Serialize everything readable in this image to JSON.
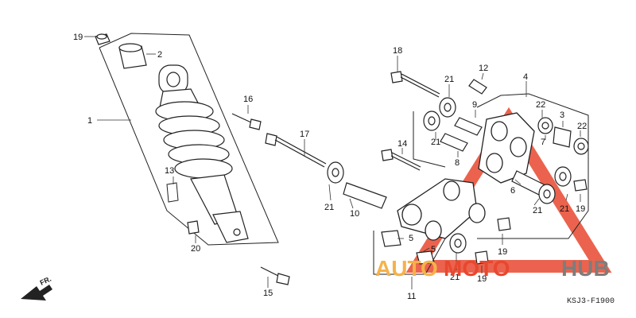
{
  "diagram": {
    "callouts": [
      "19",
      "2",
      "1",
      "13",
      "20",
      "16",
      "17",
      "15",
      "18",
      "21",
      "12",
      "4",
      "9",
      "21",
      "8",
      "14",
      "10",
      "21",
      "22",
      "3",
      "7",
      "22",
      "6",
      "21",
      "21",
      "19",
      "5",
      "5",
      "19",
      "11",
      "21",
      "19"
    ],
    "reference_code": "KSJ3-F1900",
    "front_marker": "FR."
  },
  "watermark": {
    "part1": "AUTO",
    "part2": "MOTO",
    "part3": "HUB",
    "colors": {
      "part1": "#f5b24a",
      "part2": "#e8482f",
      "part3": "#7d7d7d",
      "triangle": "#e8482f"
    }
  }
}
